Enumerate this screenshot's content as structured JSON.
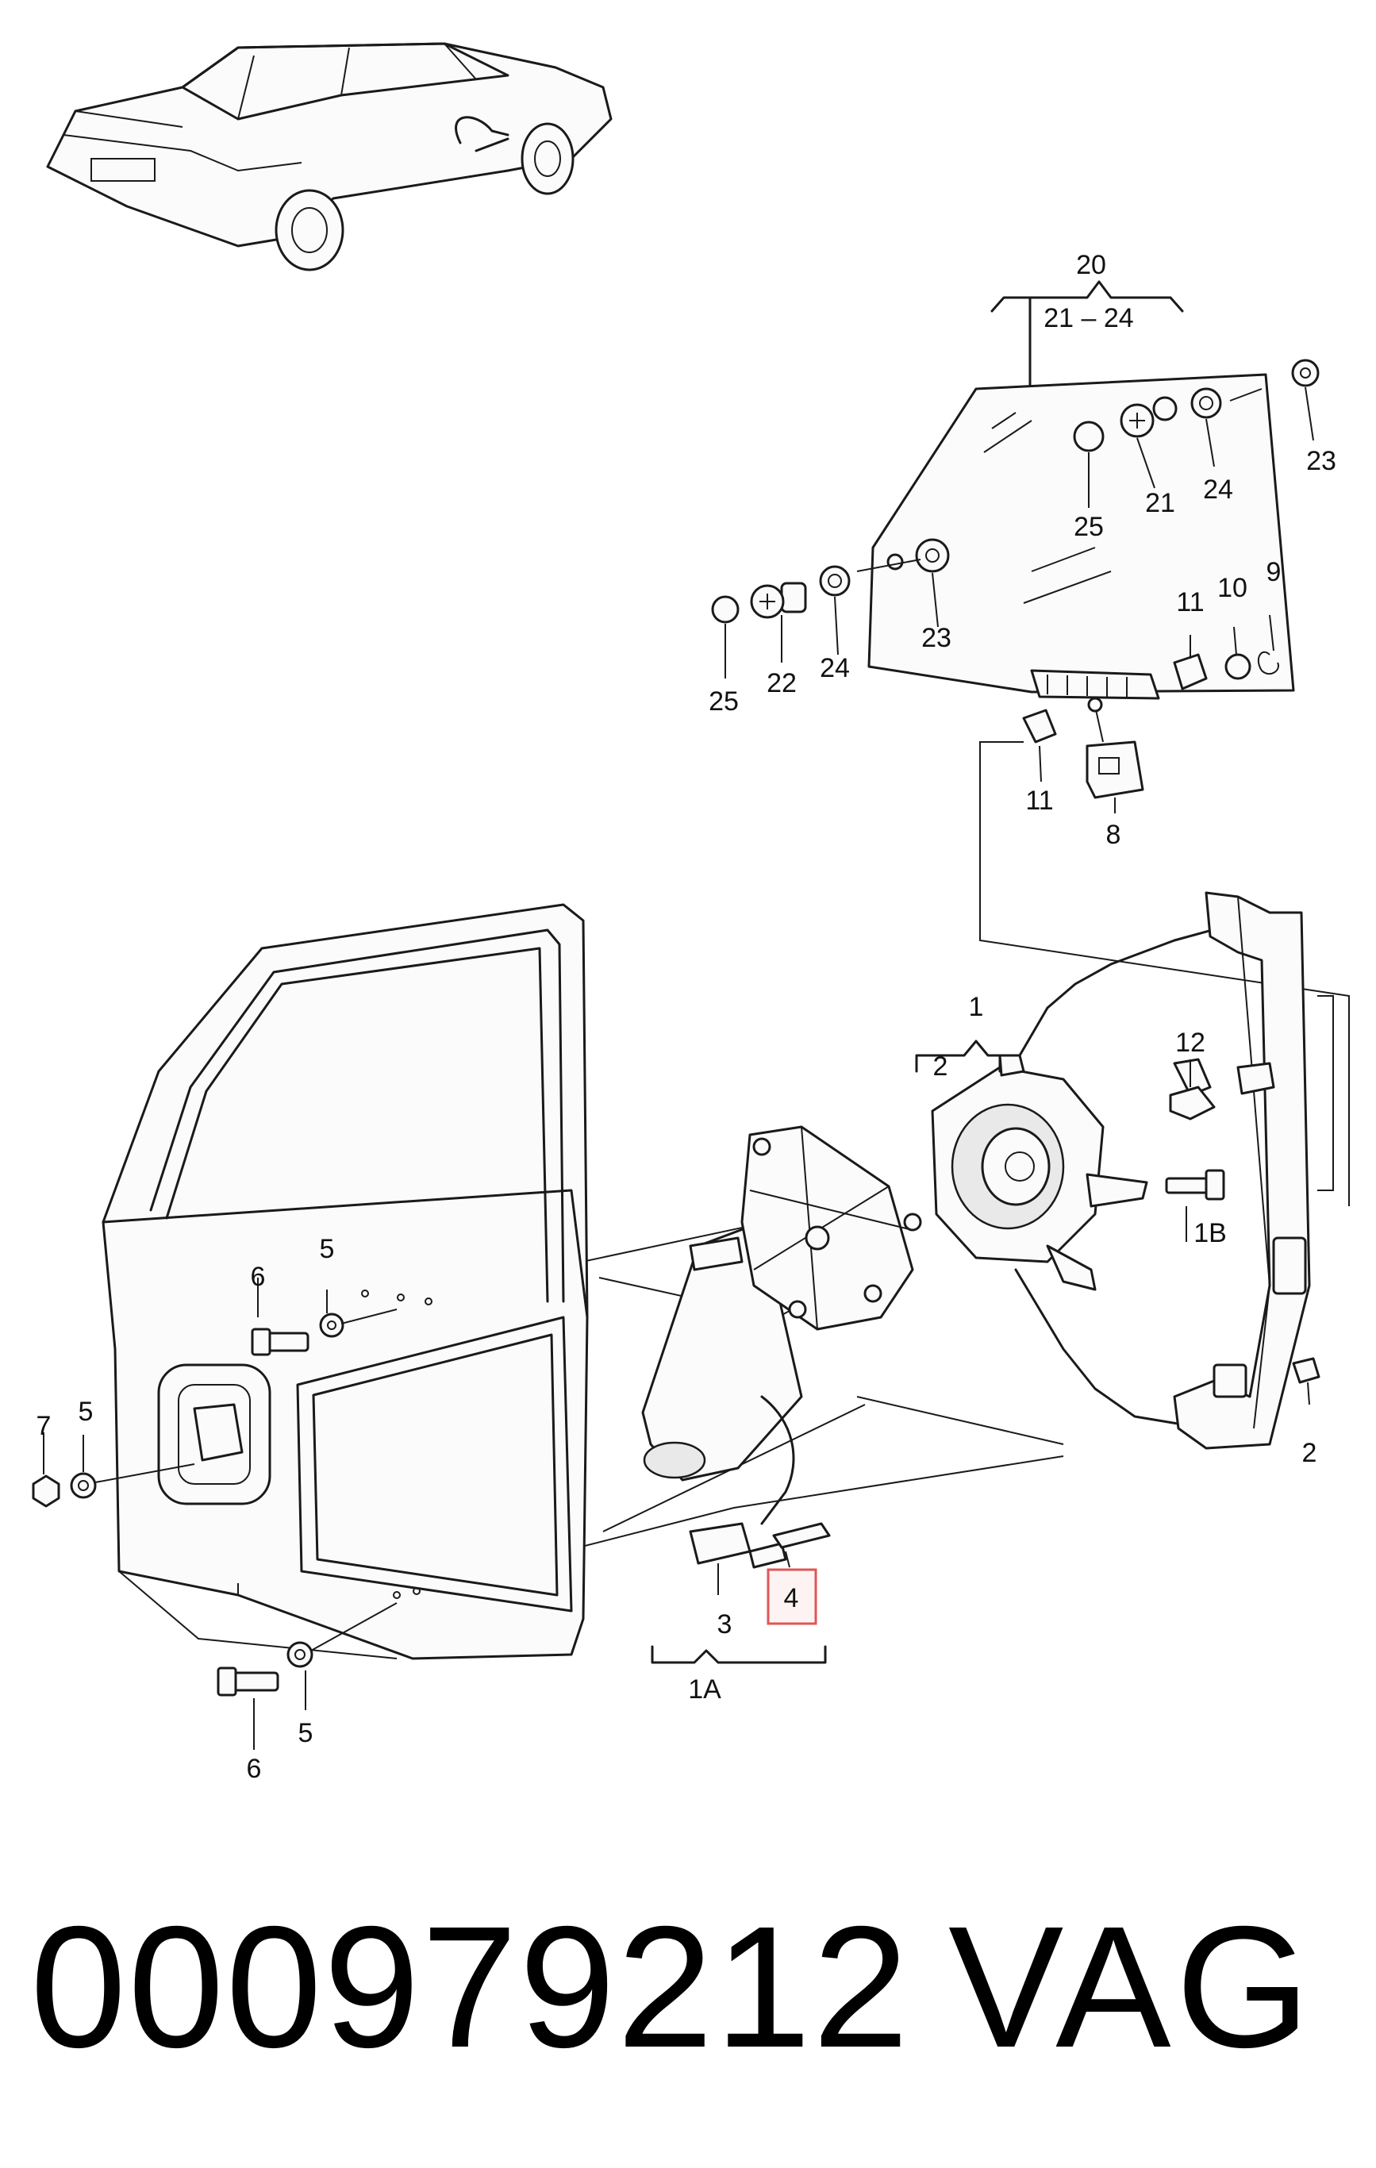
{
  "diagram": {
    "callouts": {
      "c20": "20",
      "c21_24": "21 – 24",
      "c23_right": "23",
      "c24_top": "24",
      "c21_top": "21",
      "c25_top": "25",
      "c23_mid": "23",
      "c25_left": "25",
      "c22_left": "22",
      "c24_left": "24",
      "c11_top": "11",
      "c10": "10",
      "c9": "9",
      "c11_bottom": "11",
      "c8": "8",
      "c1": "1",
      "c2_top": "2",
      "c12": "12",
      "c1B": "1B",
      "c2_right": "2",
      "c5_top": "5",
      "c6_top": "6",
      "c7": "7",
      "c5_left": "5",
      "c3": "3",
      "c4": "4",
      "c1A": "1A",
      "c6_bottom": "6",
      "c5_bottom": "5"
    },
    "highlight_color": "#e05555"
  },
  "footer": {
    "part_number": "000979212",
    "brand": "VAG"
  }
}
